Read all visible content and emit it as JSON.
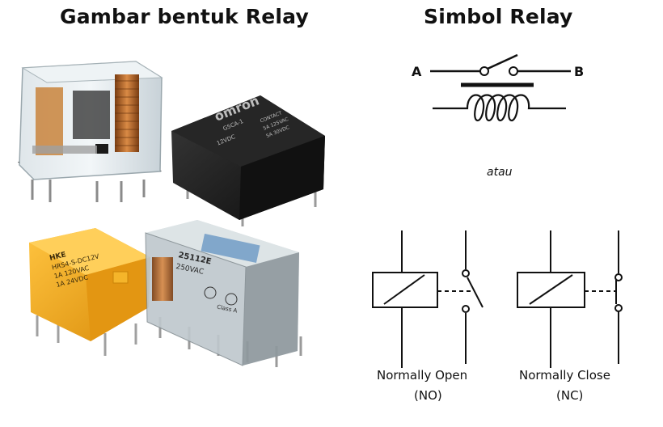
{
  "titles": {
    "left": "Gambar bentuk Relay",
    "right": "Simbol Relay"
  },
  "symbol": {
    "terminal_a": "A",
    "terminal_b": "B",
    "separator": "atau"
  },
  "relay_types": [
    {
      "label": "Normally Open",
      "abbr": "(NO)"
    },
    {
      "label": "Normally Close",
      "abbr": "(NC)"
    }
  ],
  "photos": [
    {
      "name": "clear-relay",
      "text": []
    },
    {
      "name": "omron-relay",
      "text": [
        "omron",
        "G5CA-1",
        "12VDC",
        "CONTACT",
        "5A 125VAC",
        "5A 30VDC"
      ]
    },
    {
      "name": "yellow-relay",
      "text": [
        "HKE",
        "HRS4-S-DC12V",
        "1A 120VAC",
        "1A 24VDC"
      ]
    },
    {
      "name": "transparent-relay",
      "text": [
        "25112E",
        "250VAC",
        "Class A"
      ]
    }
  ],
  "colors": {
    "yellow_body": "#f0a81c",
    "black_body": "#1a1a1a",
    "copper": "#b5672a"
  }
}
